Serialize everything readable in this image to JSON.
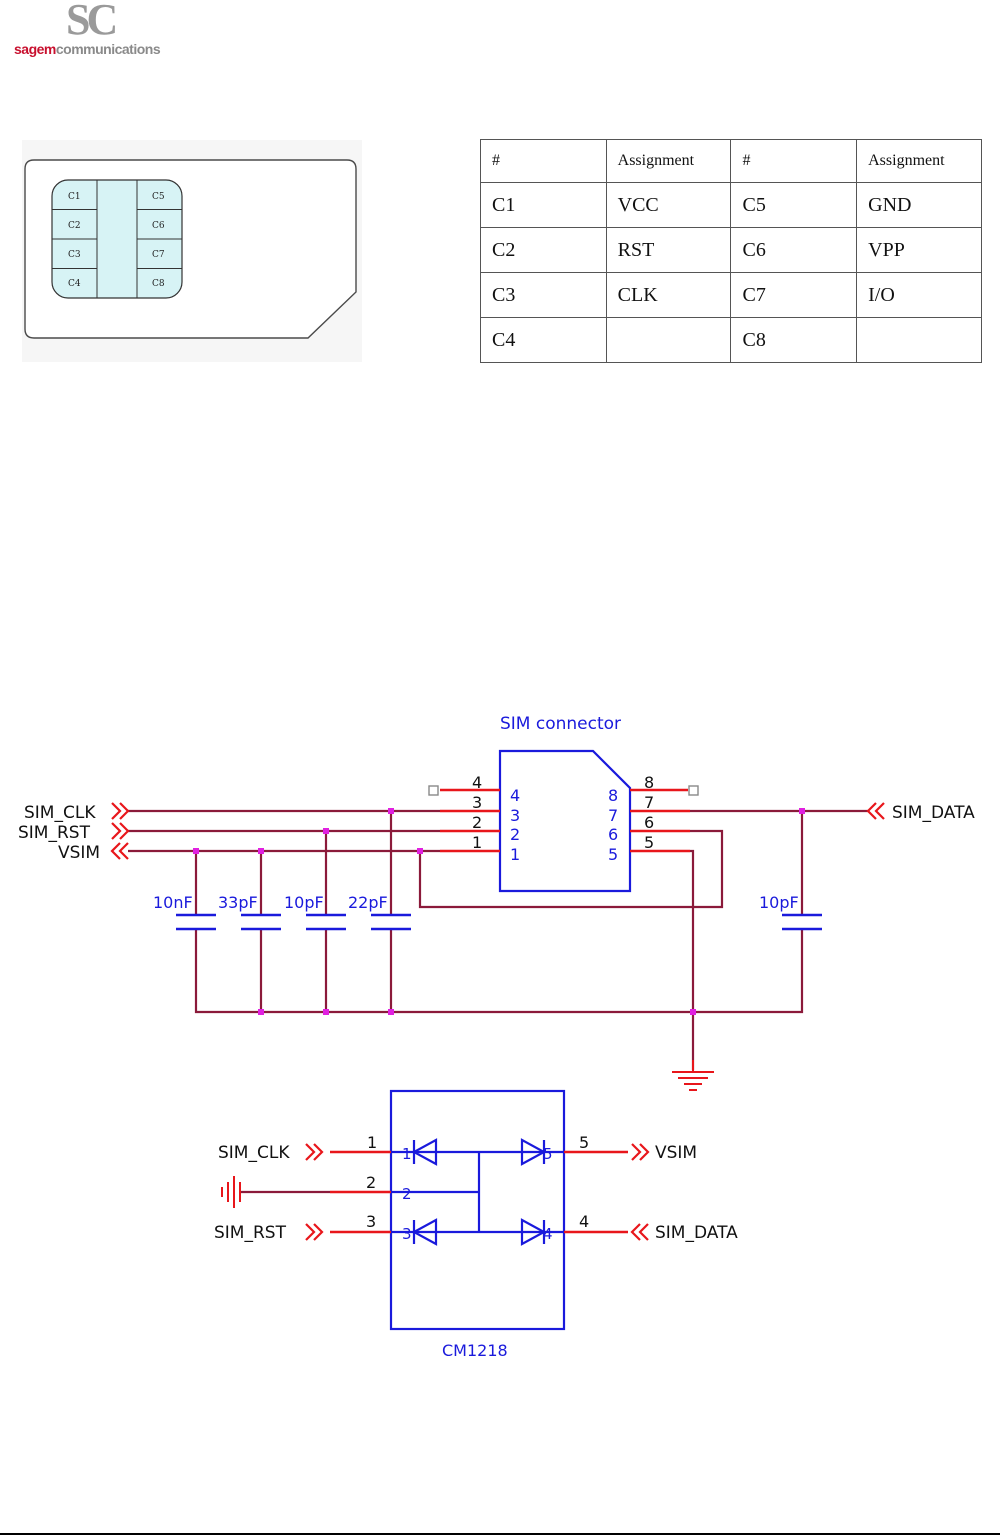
{
  "logo": {
    "mark": "SC",
    "text_red": "sagem",
    "text_grey": "communications"
  },
  "sim_card": {
    "contacts_left": [
      "C1",
      "C2",
      "C3",
      "C4"
    ],
    "contacts_right": [
      "C5",
      "C6",
      "C7",
      "C8"
    ]
  },
  "pin_table": {
    "headers": [
      "#",
      "Assignment",
      "#",
      "Assignment"
    ],
    "rows": [
      [
        "C1",
        "VCC",
        "C5",
        "GND"
      ],
      [
        "C2",
        "RST",
        "C6",
        "VPP"
      ],
      [
        "C3",
        "CLK",
        "C7",
        "I/O"
      ],
      [
        "C4",
        "",
        "C8",
        ""
      ]
    ]
  },
  "schematic": {
    "connector_title": "SIM connector",
    "left_signals": [
      "SIM_CLK",
      "SIM_RST",
      "VSIM"
    ],
    "right_signal": "SIM_DATA",
    "left_pins_outer": [
      "4",
      "3",
      "2",
      "1"
    ],
    "left_pins_inner": [
      "4",
      "3",
      "2",
      "1"
    ],
    "right_pins_inner": [
      "8",
      "7",
      "6",
      "5"
    ],
    "right_pins_outer": [
      "8",
      "7",
      "6",
      "5"
    ],
    "capacitors": [
      "10nF",
      "33pF",
      "10pF",
      "22pF"
    ],
    "right_capacitor": "10pF",
    "esd_chip": "CM1218",
    "esd_left_signals": [
      "SIM_CLK",
      "SIM_RST"
    ],
    "esd_left_pins": [
      "1",
      "2",
      "3"
    ],
    "esd_inner_pins": [
      "1",
      "2",
      "3",
      "5",
      "4"
    ],
    "esd_right_pins": [
      "5",
      "4"
    ],
    "esd_right_signals": [
      "VSIM",
      "SIM_DATA"
    ]
  },
  "colors": {
    "wire": "#8b1a3a",
    "red_wire": "#e8161b",
    "component": "#1a1adc",
    "junction": "#e020e0",
    "card_fill": "#d7f3f5"
  }
}
